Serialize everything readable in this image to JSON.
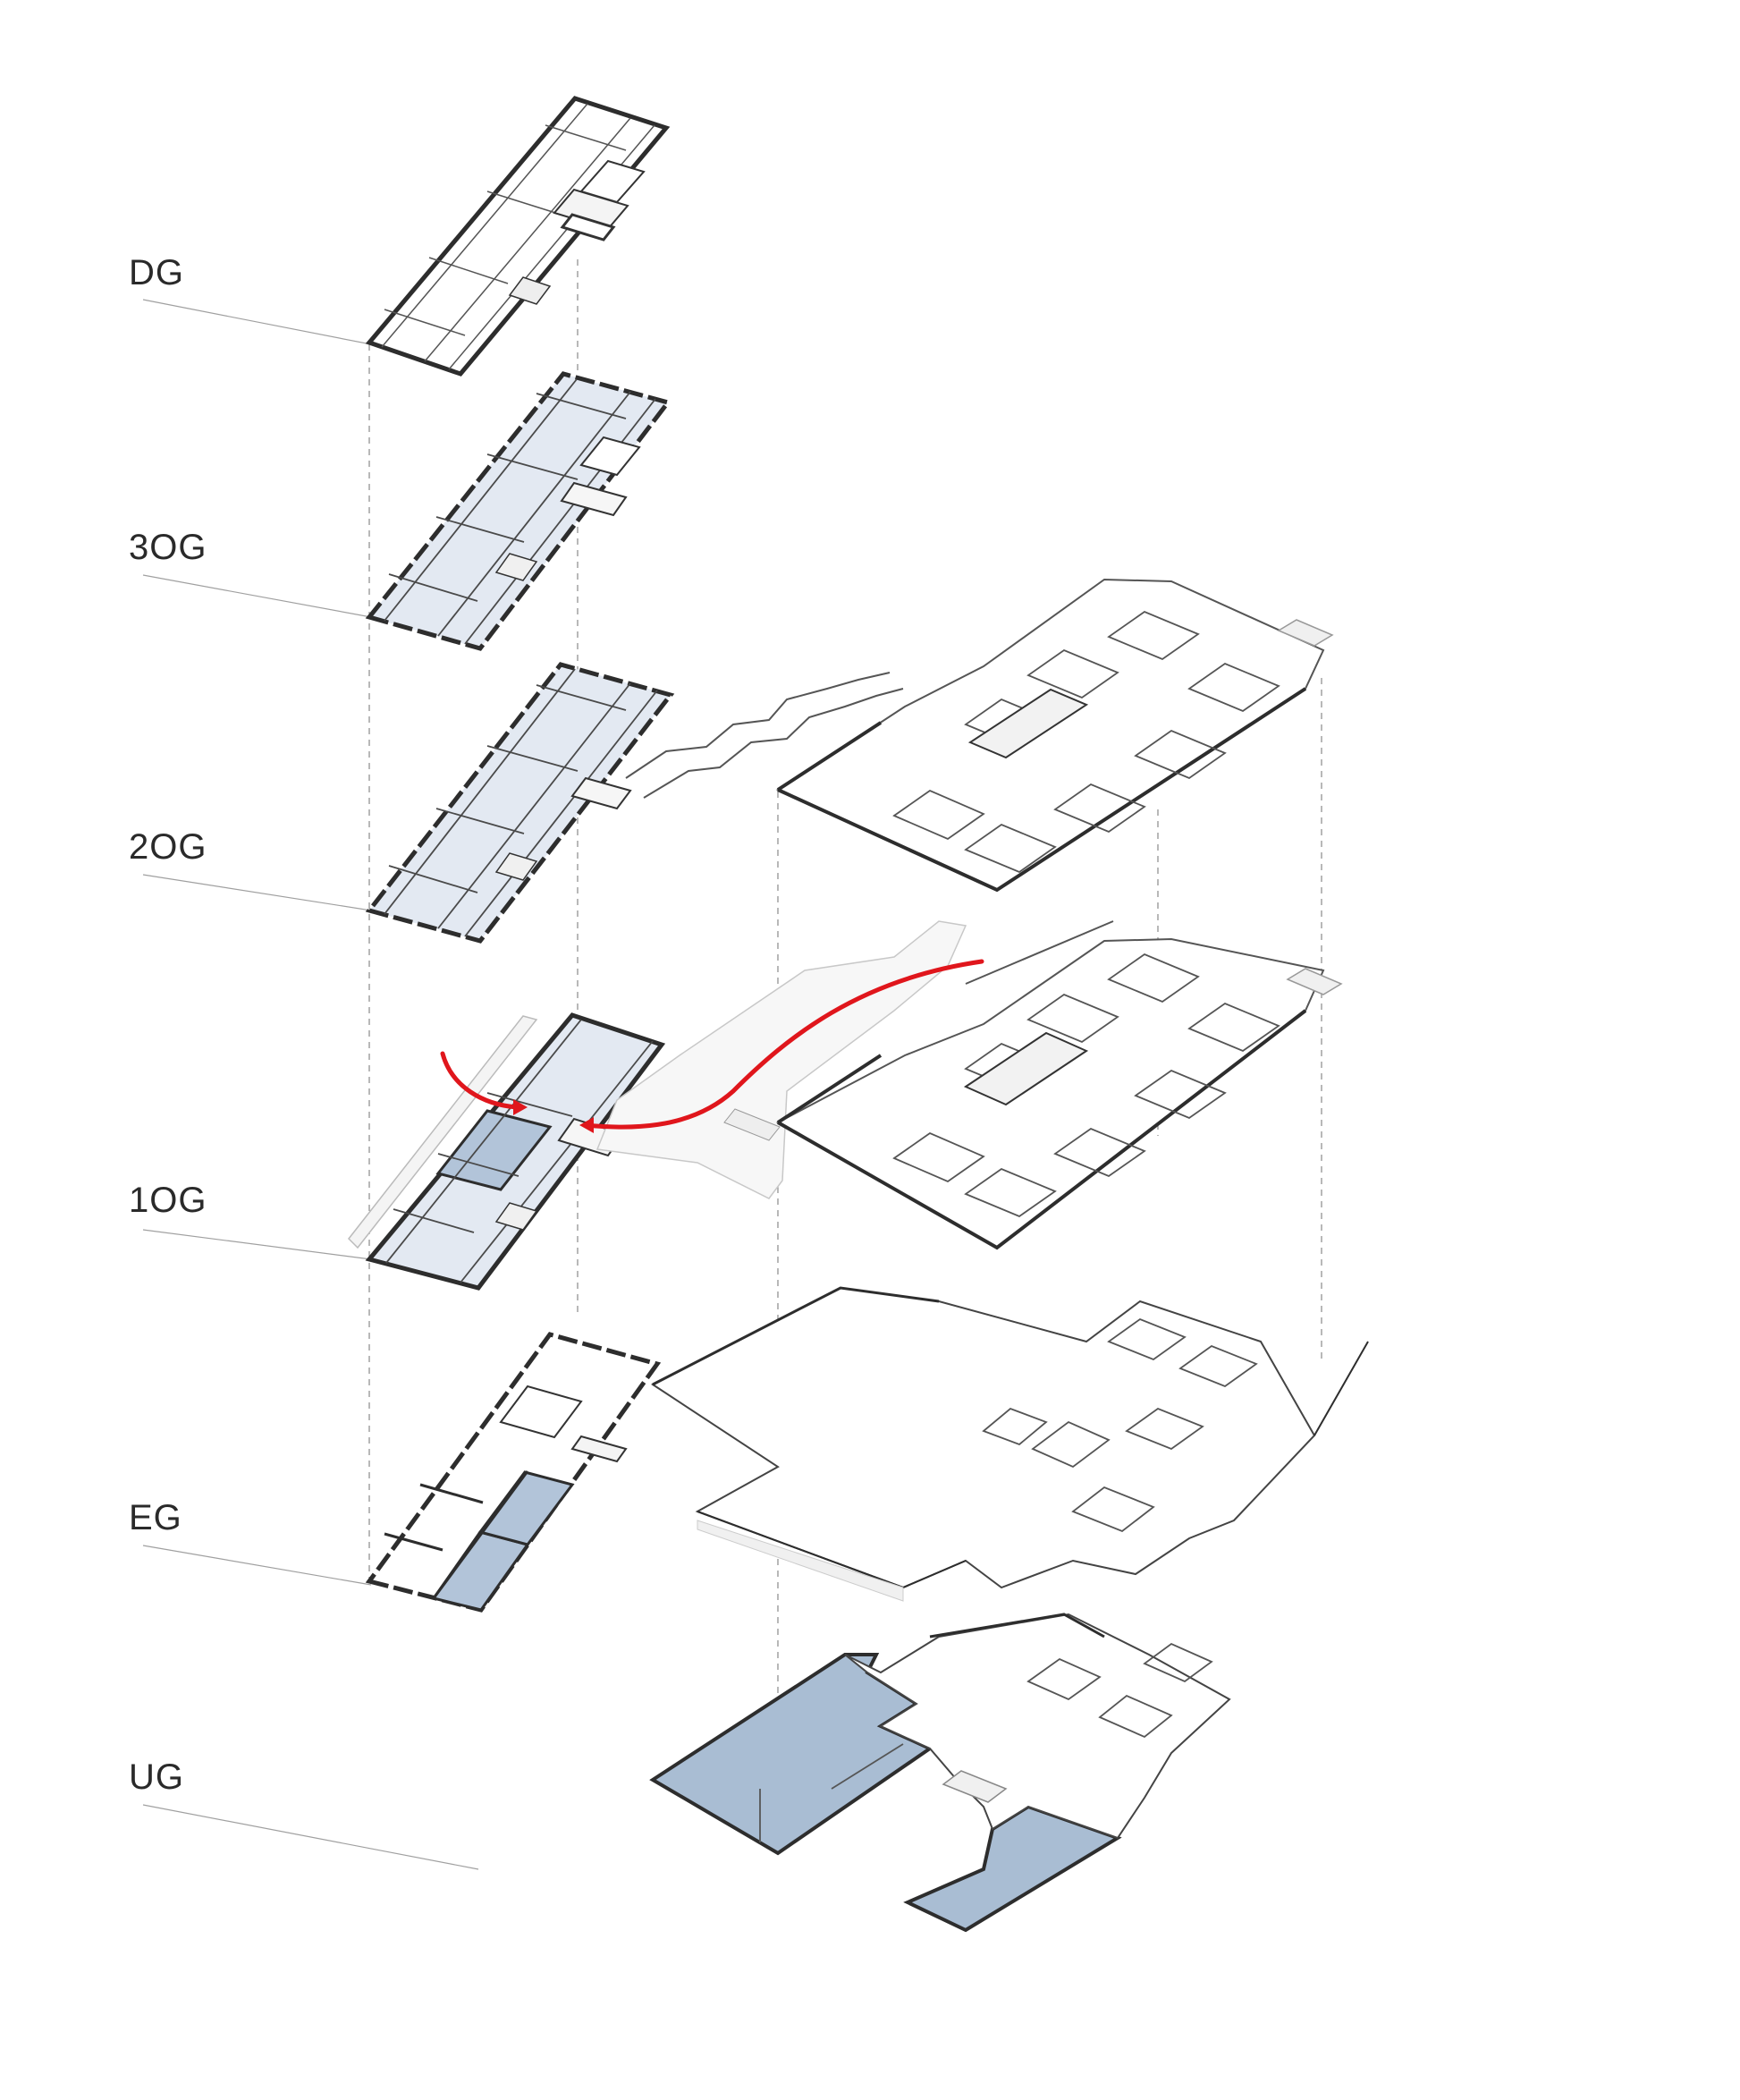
{
  "floors": [
    {
      "id": "dg",
      "label": "DG"
    },
    {
      "id": "3og",
      "label": "3OG"
    },
    {
      "id": "2og",
      "label": "2OG"
    },
    {
      "id": "1og",
      "label": "1OG"
    },
    {
      "id": "eg",
      "label": "EG"
    },
    {
      "id": "ug",
      "label": "UG"
    }
  ],
  "colors": {
    "highlight_light": "#e3e9f2",
    "highlight_mid": "#b2c4d9",
    "highlight_dark": "#a9bdd3",
    "wall": "#2d2d2d",
    "route": "#e0161c",
    "guide": "#9a9a9a"
  }
}
